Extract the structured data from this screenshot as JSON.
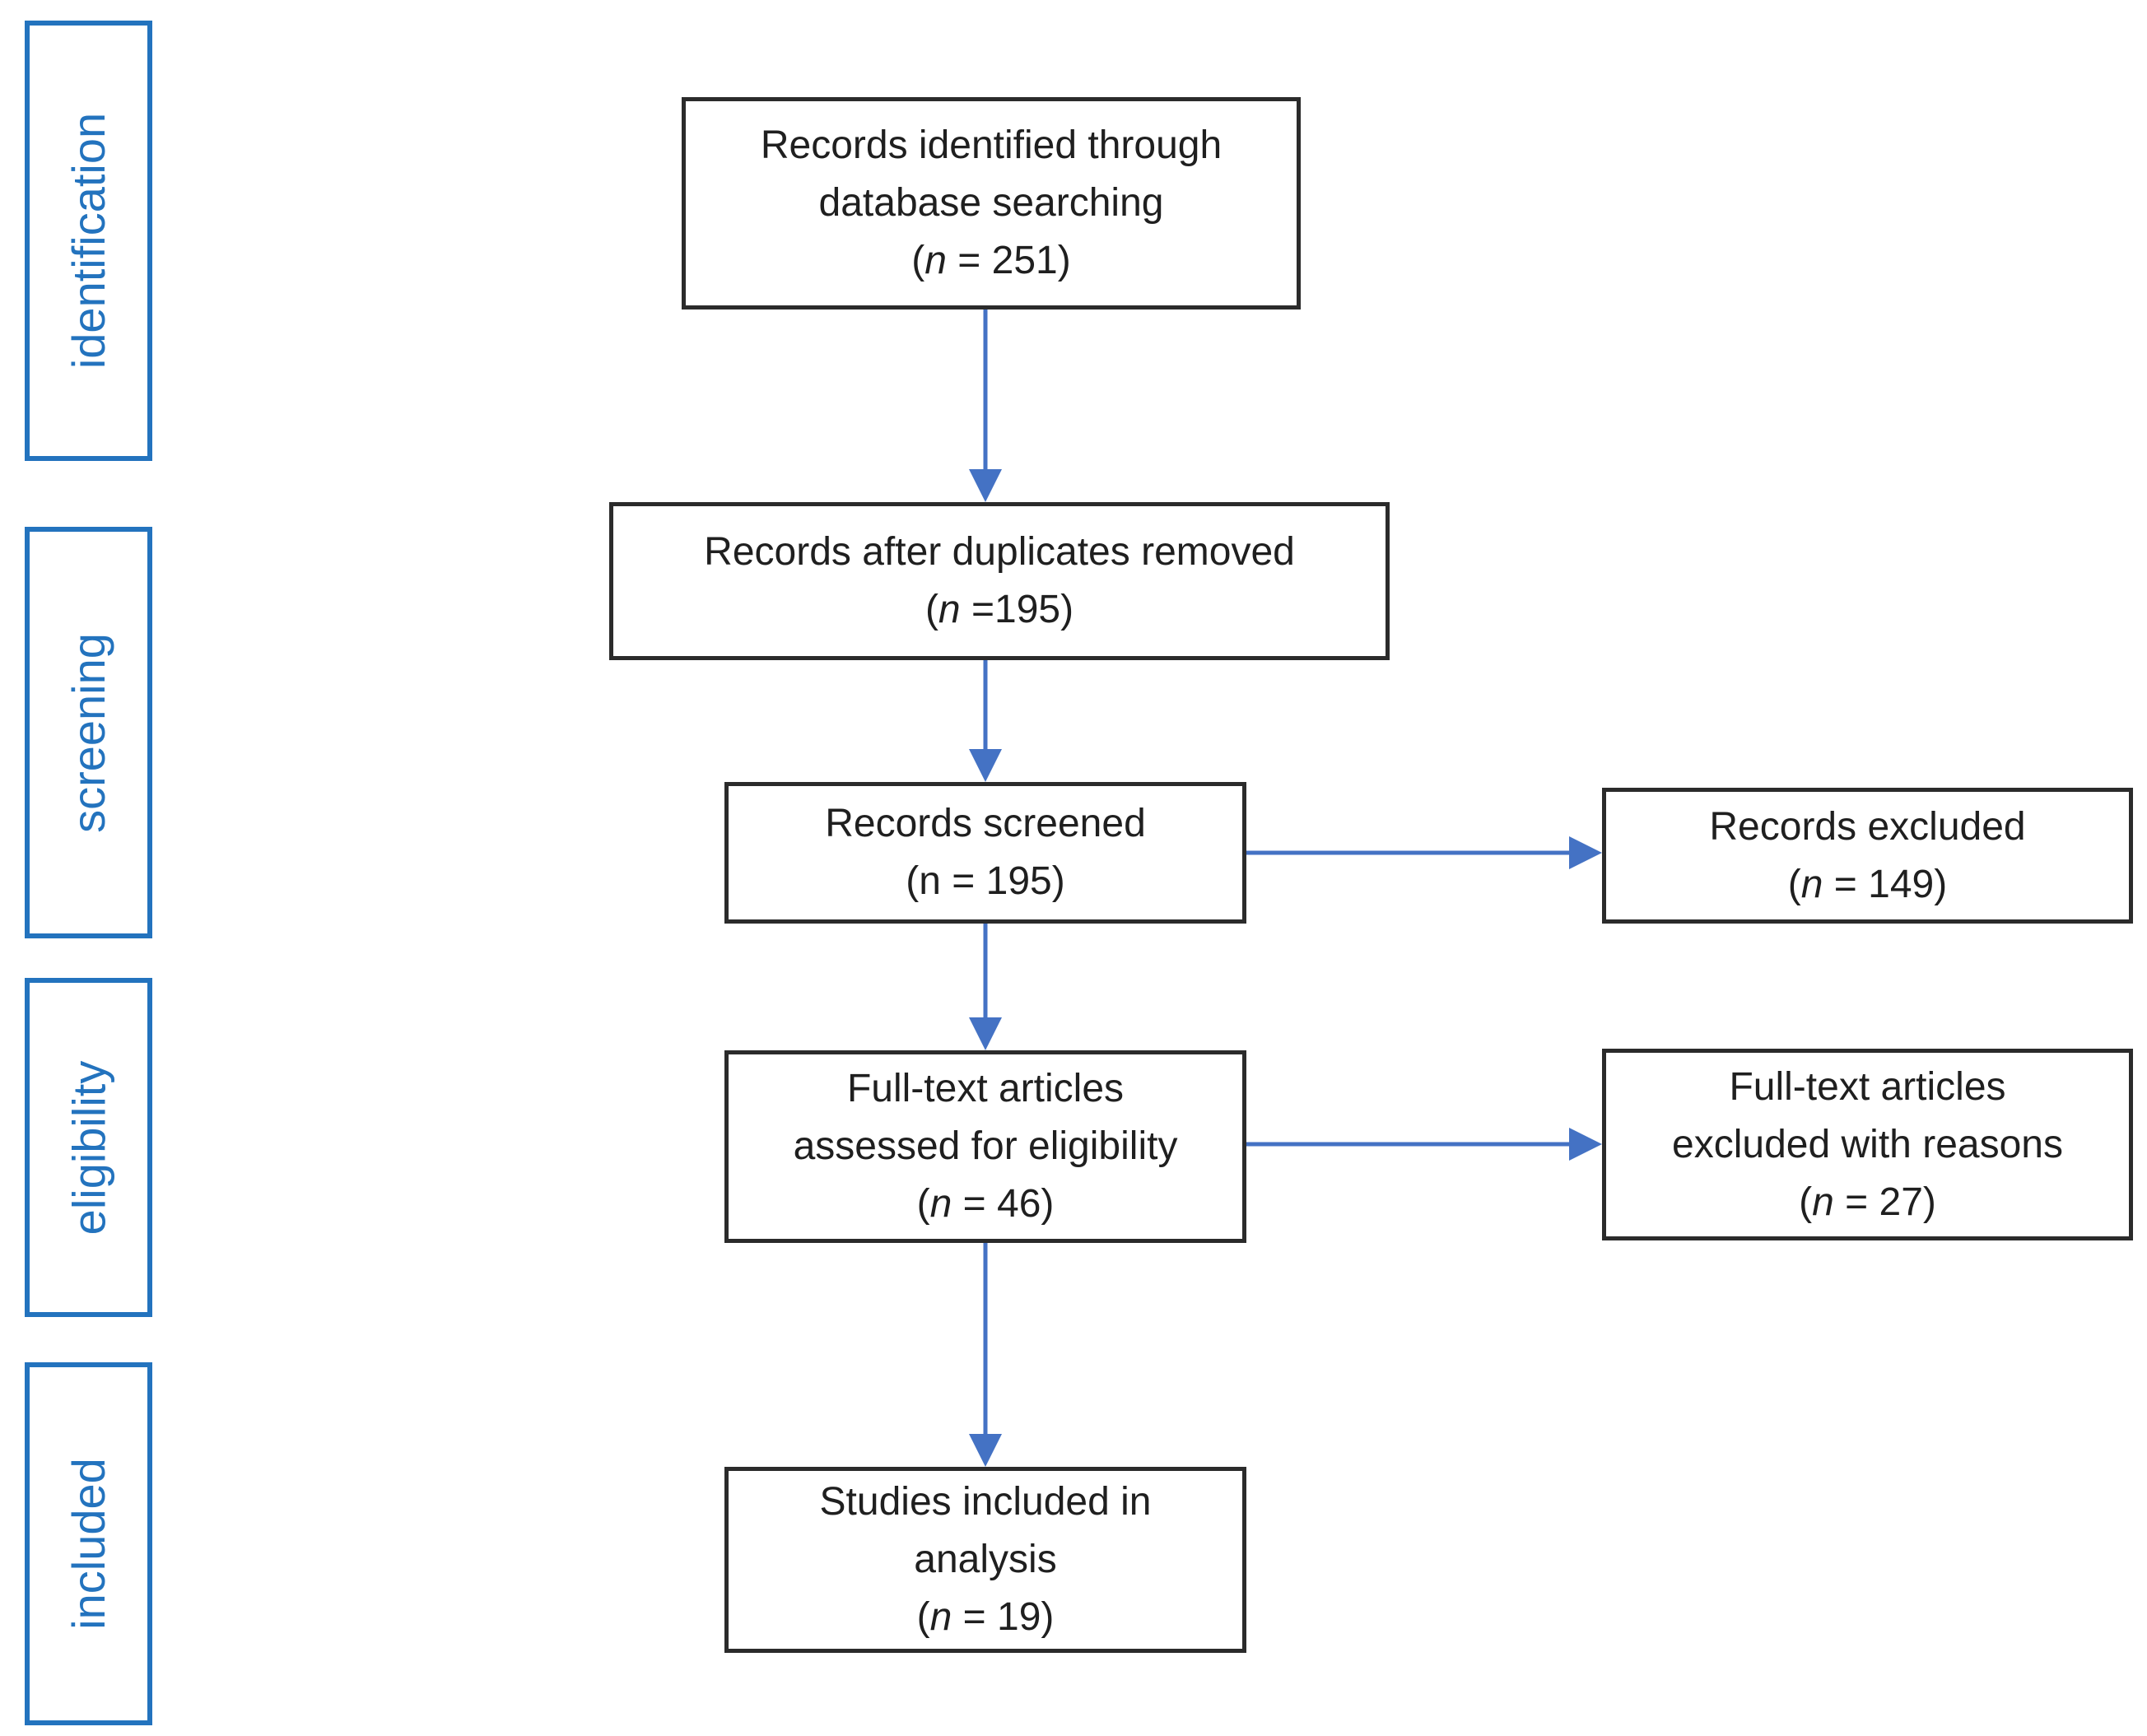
{
  "colors": {
    "arrow": "#4472C4",
    "stage_accent": "#2373BE",
    "box_border": "#2b2b2b",
    "text": "#1f1f1f",
    "background": "#ffffff"
  },
  "stages": [
    {
      "label": "identification"
    },
    {
      "label": "screening"
    },
    {
      "label": "eligibility"
    },
    {
      "label": "included"
    }
  ],
  "boxes": {
    "identified": {
      "lines": [
        "Records identified through",
        "database searching"
      ],
      "count": {
        "open": "(",
        "n": "n",
        "rest": " = 251)",
        "n_italic": true
      }
    },
    "dedup": {
      "lines": [
        "Records after duplicates removed"
      ],
      "count": {
        "open": "(",
        "n": "n",
        "rest": " =195)",
        "n_italic": true
      }
    },
    "screened": {
      "lines": [
        "Records screened"
      ],
      "count": {
        "open": "(",
        "n": "n",
        "rest": " = 195)",
        "n_italic": false
      }
    },
    "excluded": {
      "lines": [
        "Records excluded"
      ],
      "count": {
        "open": "(",
        "n": "n",
        "rest": " = 149)",
        "n_italic": true
      }
    },
    "fulltext": {
      "lines": [
        "Full-text articles",
        "assessed for eligibility"
      ],
      "count": {
        "open": "(",
        "n": "n",
        "rest": " = 46)",
        "n_italic": true
      }
    },
    "fulltext_excluded": {
      "lines": [
        "Full-text articles",
        "excluded with reasons"
      ],
      "count": {
        "open": "(",
        "n": "n",
        "rest": " = 27)",
        "n_italic": true
      }
    },
    "included": {
      "lines": [
        "Studies included in",
        "analysis"
      ],
      "count": {
        "open": "(",
        "n": "n",
        "rest": " = 19)",
        "n_italic": true
      }
    }
  }
}
